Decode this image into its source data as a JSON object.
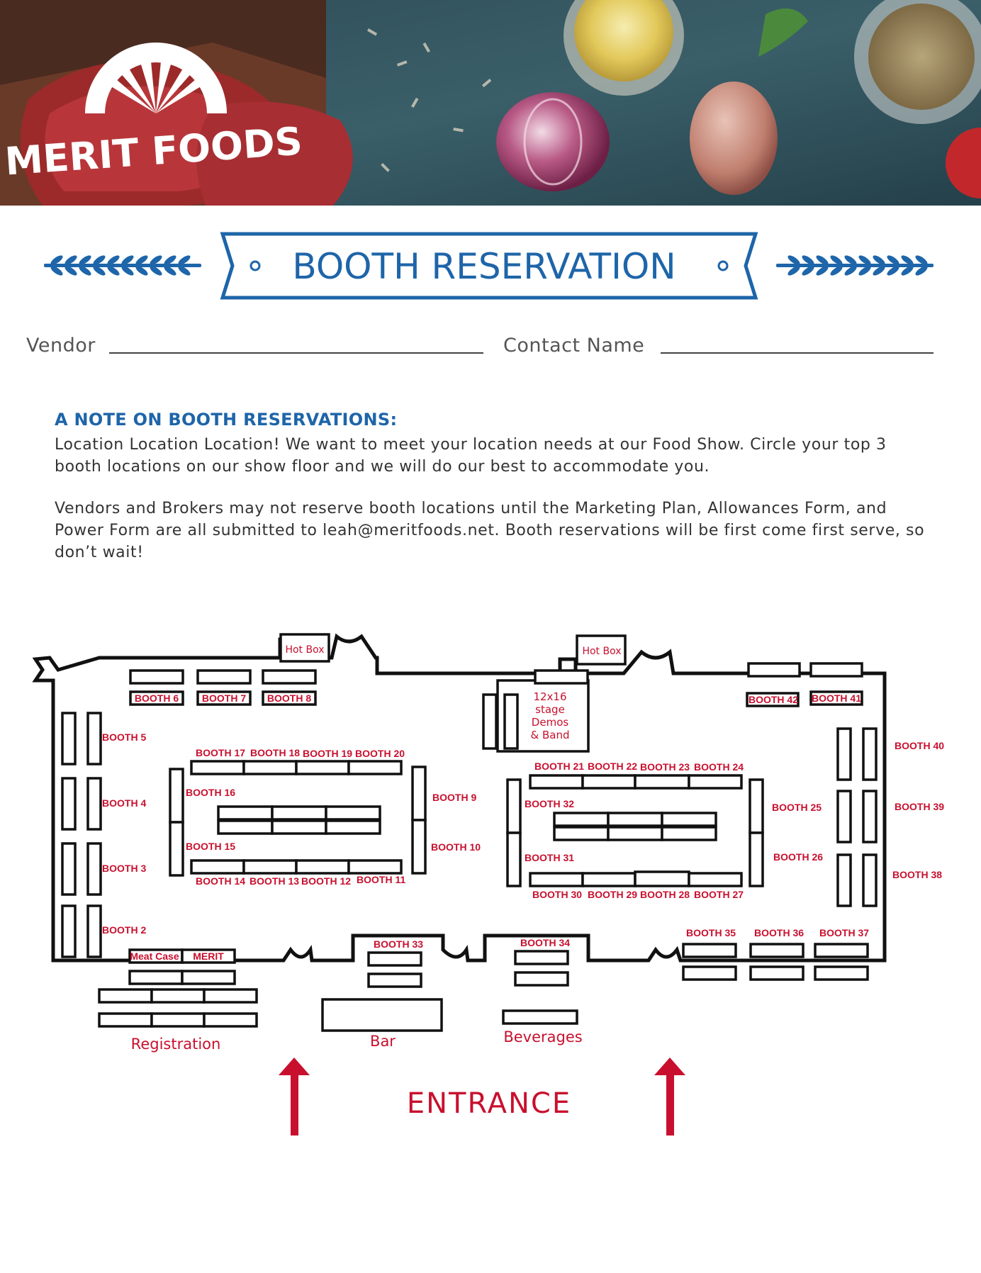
{
  "brand": {
    "name": "MERIT FOODS"
  },
  "title": "BOOTH RESERVATION",
  "form": {
    "vendor_label": "Vendor",
    "contact_label": "Contact Name"
  },
  "note": {
    "heading": "A NOTE ON BOOTH RESERVATIONS:",
    "paragraph1": "Location Location Location! We want to meet your location needs at our Food Show. Circle your top 3 booth locations on our show floor and we will do our best to accommodate you.",
    "paragraph2": "Vendors and Brokers may not reserve booth locations until the Marketing Plan, Allowances Form, and Power Form are all submitted to leah@meritfoods.net. Booth reservations will be first come first serve, so don’t wait!"
  },
  "floorplan": {
    "hot_box_1": "Hot Box",
    "hot_box_2": "Hot Box",
    "stage": [
      "12x16",
      "stage",
      "Demos",
      "& Band"
    ],
    "booths": {
      "b2": "BOOTH 2",
      "b3": "BOOTH 3",
      "b4": "BOOTH 4",
      "b5": "BOOTH 5",
      "b6": "BOOTH 6",
      "b7": "BOOTH 7",
      "b8": "BOOTH 8",
      "b9": "BOOTH 9",
      "b10": "BOOTH 10",
      "b11": "BOOTH 11",
      "b12": "BOOTH 12",
      "b13": "BOOTH 13",
      "b14": "BOOTH 14",
      "b15": "BOOTH 15",
      "b16": "BOOTH 16",
      "b17": "BOOTH 17",
      "b18": "BOOTH 18",
      "b19": "BOOTH 19",
      "b20": "BOOTH 20",
      "b21": "BOOTH 21",
      "b22": "BOOTH 22",
      "b23": "BOOTH 23",
      "b24": "BOOTH 24",
      "b25": "BOOTH 25",
      "b26": "BOOTH 26",
      "b27": "BOOTH 27",
      "b28": "BOOTH 28",
      "b29": "BOOTH 29",
      "b30": "BOOTH 30",
      "b31": "BOOTH 31",
      "b32": "BOOTH 32",
      "b33": "BOOTH 33",
      "b34": "BOOTH 34",
      "b35": "BOOTH 35",
      "b36": "BOOTH 36",
      "b37": "BOOTH 37",
      "b38": "BOOTH 38",
      "b39": "BOOTH 39",
      "b40": "BOOTH 40",
      "b41": "BOOTH 41",
      "b42": "BOOTH 42"
    },
    "meat_case": "Meat Case",
    "merit": "MERIT",
    "registration": "Registration",
    "bar": "Bar",
    "beverages": "Beverages",
    "entrance": "ENTRANCE"
  },
  "colors": {
    "blue": "#1e65a9",
    "red": "#c8102e",
    "text": "#333333"
  }
}
